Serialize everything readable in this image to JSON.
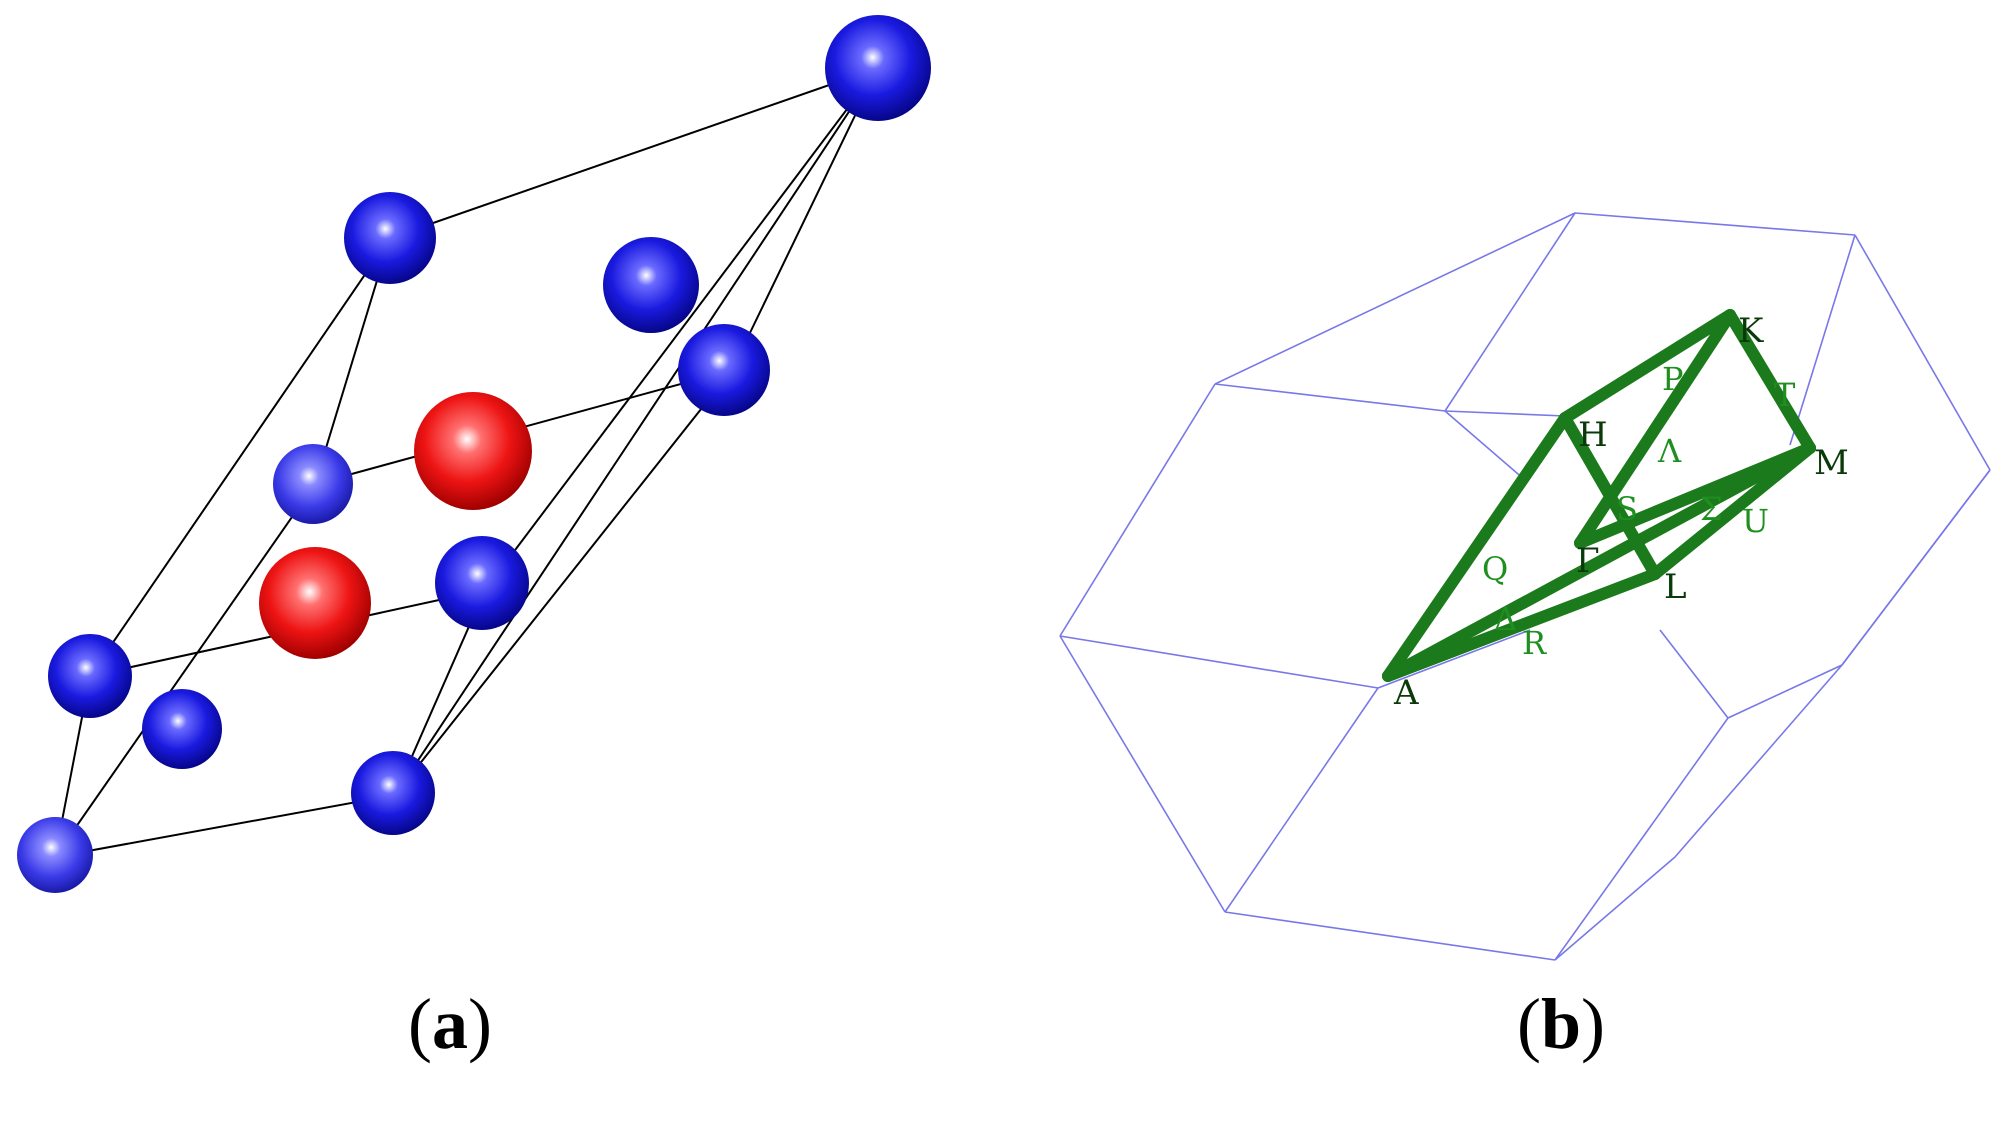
{
  "panel_a": {
    "caption_open": "(",
    "caption_letter": "a",
    "caption_close": ")",
    "colors": {
      "atom_blue": "#1010d8",
      "atom_red": "#e01010",
      "bond": "#000000"
    }
  },
  "panel_b": {
    "caption_open": "(",
    "caption_letter": "b",
    "caption_close": ")",
    "colors": {
      "zone_edge": "#7878e8",
      "path": "#1b7a1b",
      "point_label": "#0a3a0a",
      "line_label": "#1f8f1f"
    },
    "high_symmetry_points": {
      "K": "K",
      "H": "H",
      "M": "M",
      "Gamma": "Γ",
      "L": "L",
      "A": "A"
    },
    "line_labels": {
      "P": "P",
      "T": "T",
      "Lambda": "Λ",
      "S": "S",
      "Sigma": "Σ",
      "U": "U",
      "Q": "Q",
      "Delta": "Δ",
      "R": "R"
    }
  }
}
